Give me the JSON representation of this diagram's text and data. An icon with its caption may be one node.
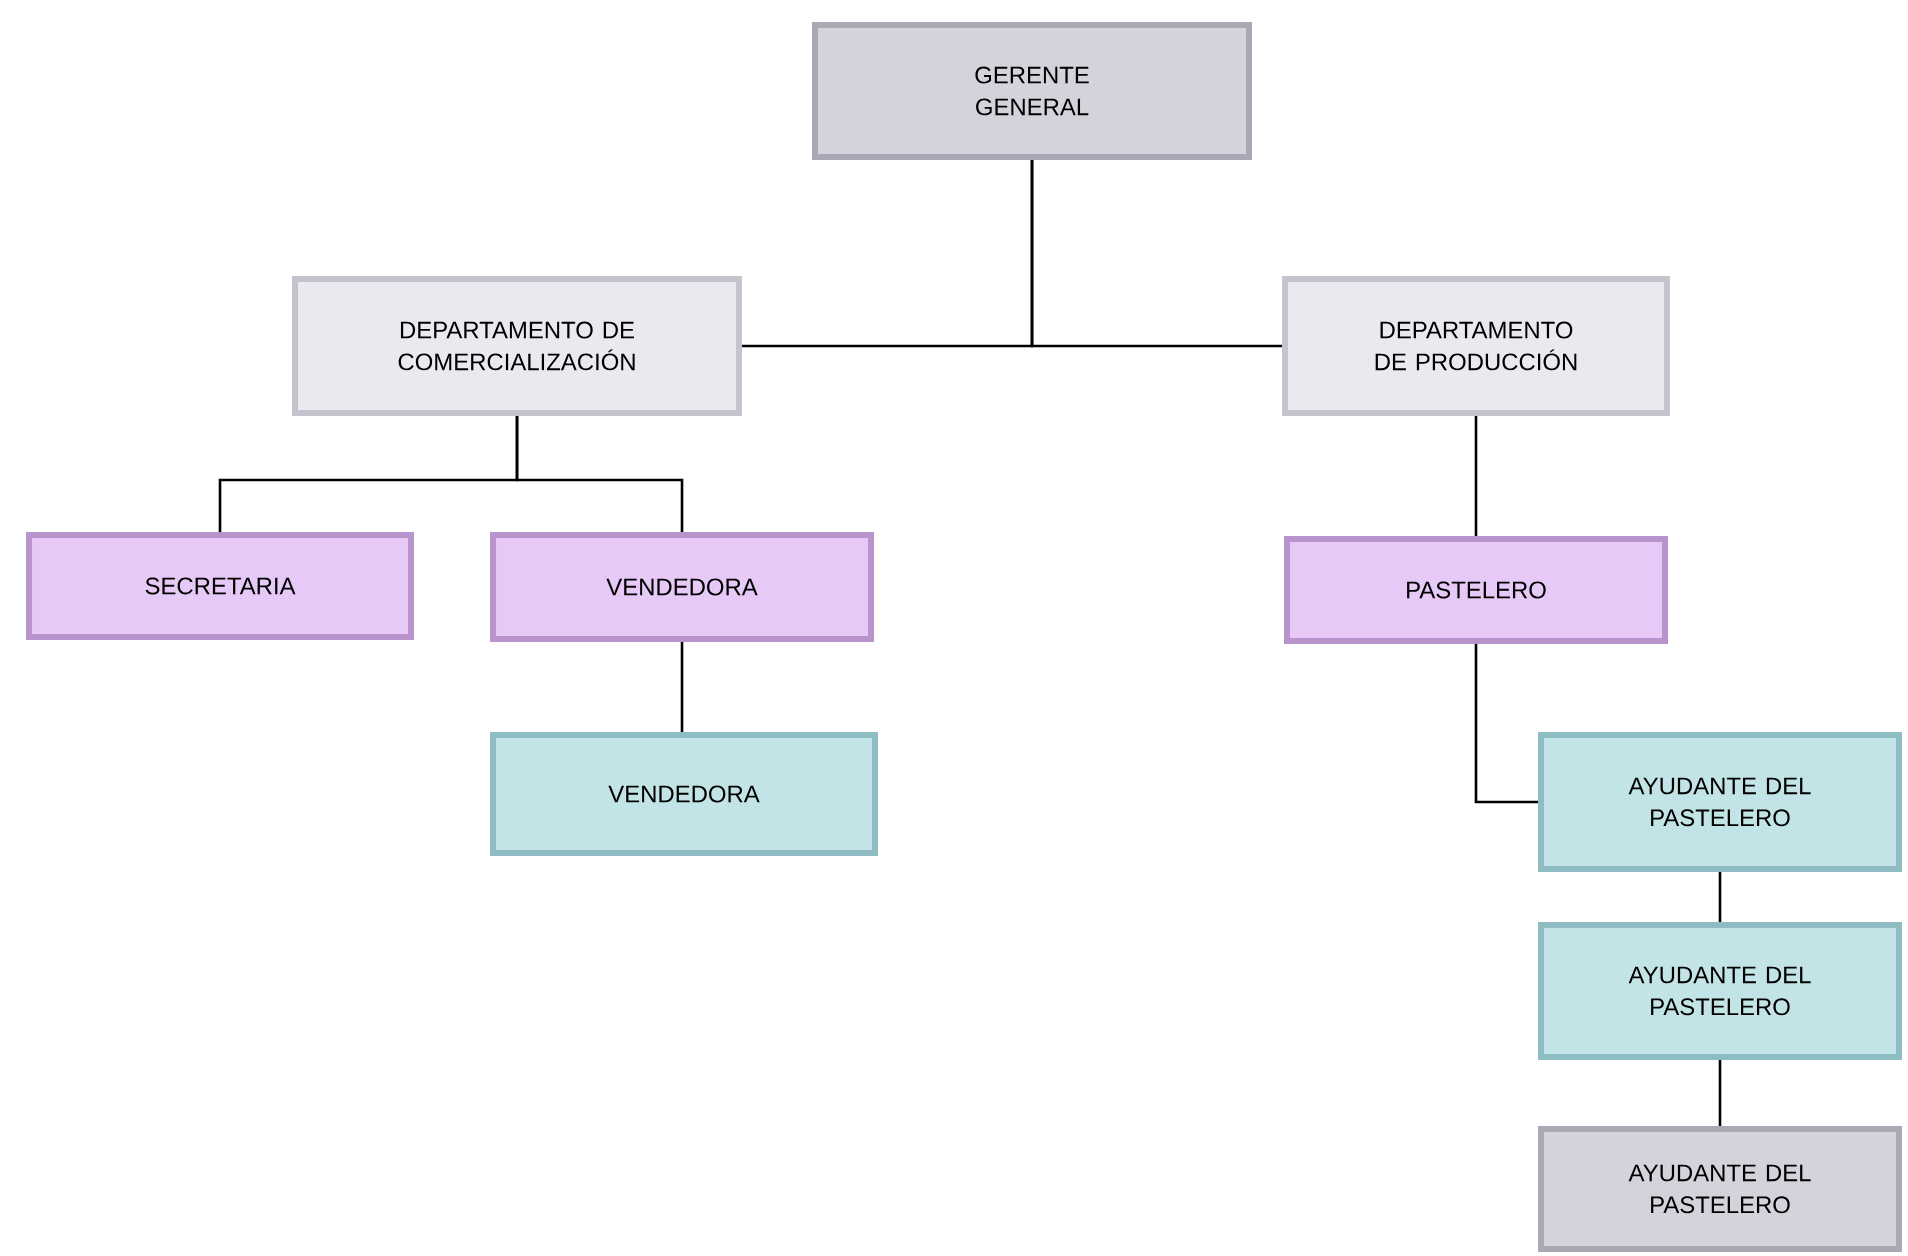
{
  "diagram": {
    "nodes": [
      {
        "text": [
          "GERENTE GENERAL"
        ]
      },
      {
        "text": [
          "DEPARTAMENTO DE COMERCIALIZACIÓN"
        ]
      },
      {
        "text": [
          "DEPARTAMENTO DE PRODUCCIÓN"
        ]
      },
      {
        "text": [
          "SECRETARIA"
        ]
      },
      {
        "text": [
          "VENDEDORA"
        ]
      },
      {
        "text": [
          "VENDEDORA"
        ]
      },
      {
        "text": [
          "PASTELERO"
        ]
      },
      {
        "text": [
          "AYUDANTE DEL PASTELERO"
        ]
      },
      {
        "text": [
          "AYUDANTE DEL PASTELERO"
        ]
      },
      {
        "text": [
          "AYUDANTE DEL PASTELERO"
        ]
      }
    ],
    "edges": [
      {
        "from": 0,
        "to": 1,
        "arrow": "none"
      },
      {
        "from": 0,
        "to": 2,
        "arrow": "none"
      },
      {
        "from": 1,
        "to": 3,
        "arrow": "none"
      },
      {
        "from": 1,
        "to": 4,
        "arrow": "none"
      },
      {
        "from": 4,
        "to": 5,
        "arrow": "none"
      },
      {
        "from": 2,
        "to": 6,
        "arrow": "none"
      },
      {
        "from": 6,
        "to": 7,
        "arrow": "none"
      },
      {
        "from": 7,
        "to": 8,
        "arrow": "none"
      },
      {
        "from": 8,
        "to": 9,
        "arrow": "none"
      }
    ]
  }
}
